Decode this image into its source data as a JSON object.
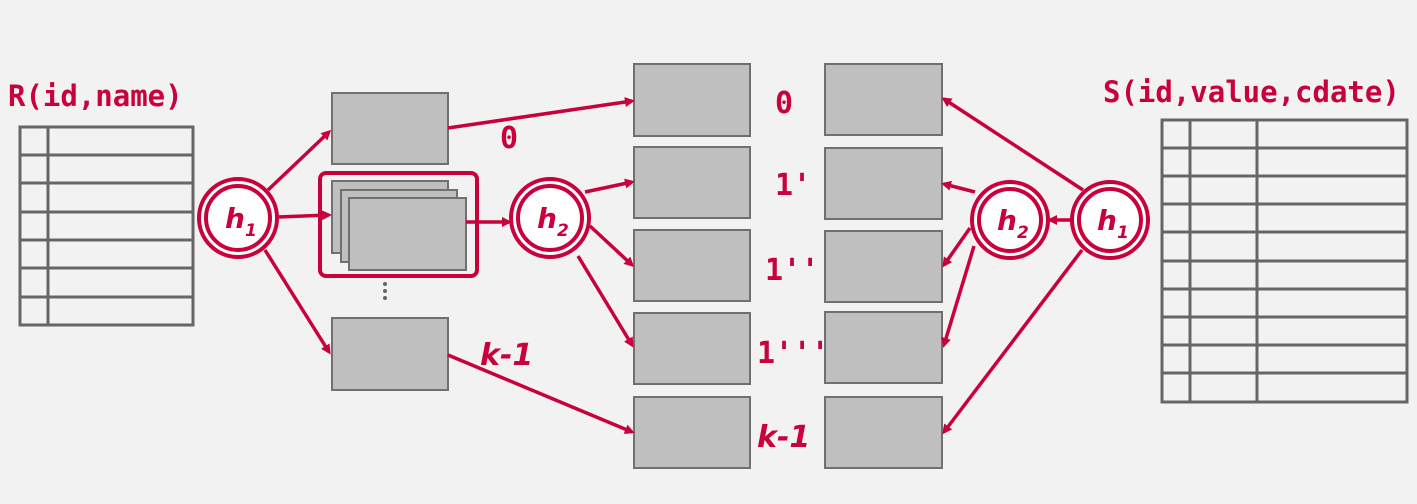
{
  "left_table": {
    "title": "R(id,name)",
    "rows": 7
  },
  "right_table": {
    "title": "S(id,value,cdate)",
    "rows": 10
  },
  "hash_functions": {
    "h1": "h",
    "h1_sub": "1",
    "h2": "h",
    "h2_sub": "2"
  },
  "left_partition_labels": [
    "0",
    "k-1"
  ],
  "middle_partition_labels": [
    "0",
    "1'",
    "1''",
    "1'''",
    "k-1"
  ],
  "colors": {
    "accent": "#c8003c",
    "partition": "#bfbfbf",
    "background": "#f2f2f2"
  }
}
